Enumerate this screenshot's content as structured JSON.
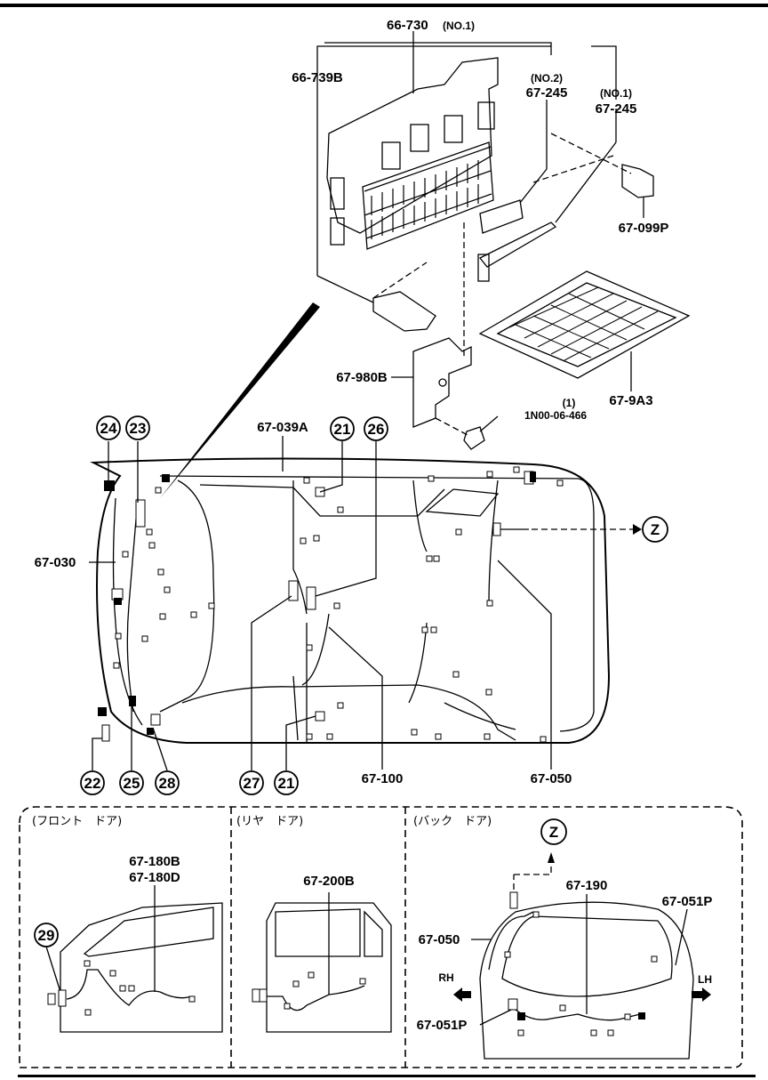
{
  "parts": {
    "relay_box_no1": "66-730",
    "relay_box_no1_suffix": "(NO.1)",
    "junction_box": "66-739B",
    "fuse_no2_tag": "(NO.2)",
    "fuse_no2": "67-245",
    "fuse_no1_tag": "(NO.1)",
    "fuse_no1": "67-245",
    "fuse_099": "67-099P",
    "bracket": "67-980B",
    "nut_qty": "(1)",
    "nut": "1N00-06-466",
    "cover_label": "67-9A3",
    "harness_039": "67-039A",
    "harness_030": "67-030",
    "harness_100": "67-100",
    "harness_050": "67-050"
  },
  "callouts": {
    "c24": "24",
    "c23": "23",
    "c21_top": "21",
    "c26": "26",
    "c22": "22",
    "c25": "25",
    "c28": "28",
    "c27": "27",
    "c21_bottom": "21",
    "c29": "29",
    "z_main": "Z",
    "z_back": "Z"
  },
  "panels": {
    "front_door": {
      "title": "(フロント　ドア)",
      "part_a": "67-180B",
      "part_b": "67-180D"
    },
    "rear_door": {
      "title": "(リヤ　ドア)",
      "part": "67-200B"
    },
    "back_door": {
      "title": "(バック　ドア)",
      "part_190": "67-190",
      "part_051_top": "67-051P",
      "part_050": "67-050",
      "part_051_bottom": "67-051P",
      "rh": "RH",
      "lh": "LH"
    }
  }
}
